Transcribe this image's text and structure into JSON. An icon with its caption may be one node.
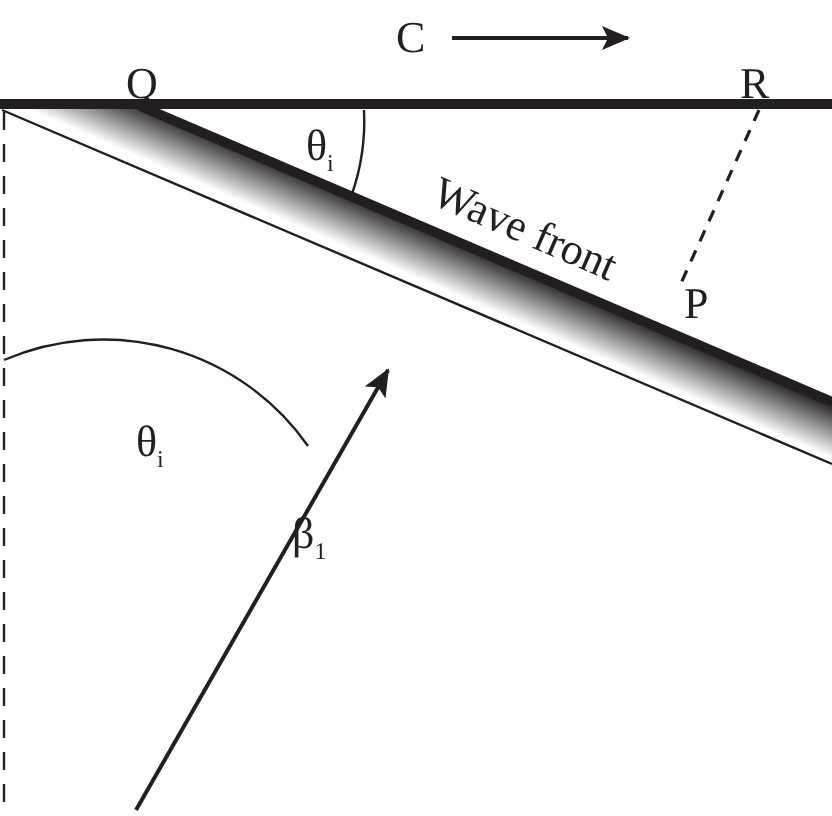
{
  "diagram": {
    "nodes": [
      {
        "text": [
          "R"
        ]
      },
      {
        "text": [
          "P"
        ]
      }
    ],
    "edges": [
      {
        "from": 0,
        "to": 1,
        "arrow": "none",
        "style": "dashed"
      }
    ],
    "labels": [
      "C",
      "Q",
      "θ$_{i}$",
      "Wave front",
      "θ$_{i}$",
      "β$_{1}$"
    ]
  }
}
